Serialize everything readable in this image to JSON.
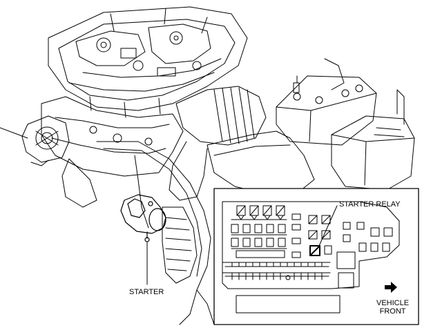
{
  "labels": {
    "starter": "STARTER",
    "starter_relay": "STARTER RELAY",
    "vehicle_front_line1": "VEHICLE",
    "vehicle_front_line2": "FRONT"
  },
  "icons": {
    "direction_arrow": "arrow-right-icon"
  },
  "colors": {
    "line": "#000000",
    "background": "#ffffff",
    "highlight": "#000000"
  }
}
